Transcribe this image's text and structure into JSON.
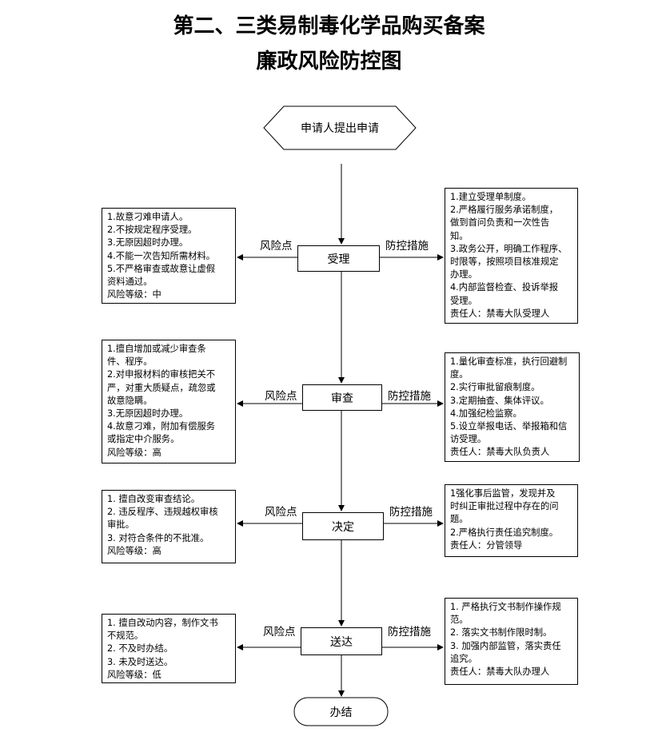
{
  "title": {
    "line1": "第二、三类易制毒化学品购买备案",
    "line2": "廉政风险防控图"
  },
  "start": "申请人提出申请",
  "end": "办结",
  "risk_label": "风险点",
  "control_label": "防控措施",
  "steps": [
    {
      "name": "受理",
      "risks": [
        "1.故意刁难申请人。",
        "2.不按规定程序受理。",
        "3.无原因超时办理。",
        "4.不能一次告知所需材料。",
        "5.不严格审查或故意让虚假",
        "资料通过。",
        "风险等级：中"
      ],
      "controls": [
        "1.建立受理单制度。",
        "2.严格履行服务承诺制度，",
        "做到首问负责和一次性告",
        "知。",
        "3.政务公开，明确工作程序、",
        "时限等，按照项目核准规定",
        "办理。",
        "4.内部监督检查、投诉举报",
        "受理。",
        "责任人：禁毒大队受理人"
      ]
    },
    {
      "name": "审查",
      "risks": [
        "1.擅自增加或减少审查条",
        "件、程序。",
        "2.对申报材料的审核把关不",
        "严，对重大质疑点，疏忽或",
        "故意隐瞒。",
        "3.无原因超时办理。",
        "4.故意刁难，附加有偿服务",
        "或指定中介服务。",
        "风险等级：高"
      ],
      "controls": [
        "1.量化审查标准，执行回避制",
        "度。",
        "2.实行审批留痕制度。",
        "3.定期抽查、集体评议。",
        "4.加强纪检监察。",
        "5.设立举报电话、举报箱和信",
        "访受理。",
        "责任人：禁毒大队负责人"
      ]
    },
    {
      "name": "决定",
      "risks": [
        "1. 擅自改变审查结论。",
        "2. 违反程序、违规越权审核",
        "审批。",
        "3. 对符合条件的不批准。",
        "风险等级：高"
      ],
      "controls": [
        "1强化事后监管，发现并及",
        "时纠正审批过程中存在的问",
        "题。",
        "2.严格执行责任追究制度。",
        "责任人：分管领导"
      ]
    },
    {
      "name": "送达",
      "risks": [
        "1. 擅自改动内容，制作文书",
        "不规范。",
        "2. 不及时办结。",
        "3. 未及时送达。",
        "风险等级：低"
      ],
      "controls": [
        "1. 严格执行文书制作操作规",
        "范。",
        "2. 落实文书制作限时制。",
        "3. 加强内部监管，落实责任",
        "追究。",
        "责任人：禁毒大队办理人"
      ]
    }
  ]
}
